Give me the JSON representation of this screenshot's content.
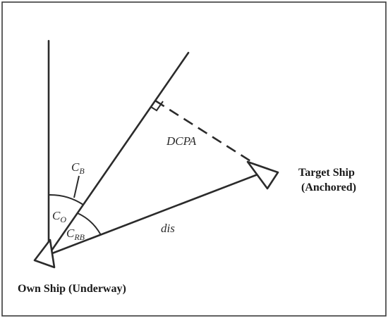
{
  "labels": {
    "own_ship": "Own Ship (Underway)",
    "target_ship_line1": "Target Ship",
    "target_ship_line2": "(Anchored)",
    "dcpa": "DCPA",
    "dis": "dis",
    "co_main": "C",
    "co_sub": "O",
    "cb_main": "C",
    "cb_sub": "B",
    "crb_main": "C",
    "crb_sub": "RB"
  },
  "colors": {
    "stroke": "#2b2b2b",
    "frame": "#3a3a3a",
    "text": "#1a1a1a"
  }
}
